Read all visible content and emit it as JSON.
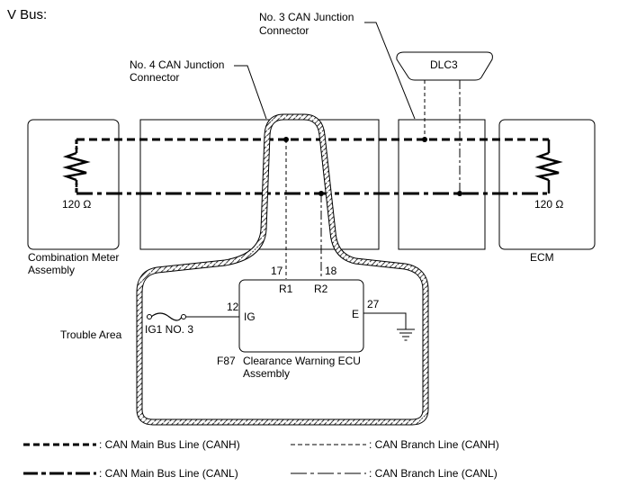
{
  "diagram": {
    "title": "V Bus:",
    "junction_connector_3": [
      "No. 3 CAN Junction",
      "Connector"
    ],
    "junction_connector_4": [
      "No. 4 CAN Junction",
      "Connector"
    ],
    "dlc3": "DLC3",
    "resistor_left": "120 Ω",
    "resistor_right": "120 Ω",
    "combination_meter": [
      "Combination Meter",
      "Assembly"
    ],
    "ecm": "ECM",
    "trouble_area": "Trouble Area",
    "fuse": "IG1 NO. 3",
    "ecu": {
      "code": "F87",
      "name": [
        "Clearance Warning ECU",
        "Assembly"
      ],
      "pins": {
        "ig_num": "12",
        "ig": "IG",
        "r1_num": "17",
        "r1": "R1",
        "r2_num": "18",
        "r2": "R2",
        "e_num": "27",
        "e": "E"
      }
    },
    "colors": {
      "line": "#000000",
      "background": "#ffffff"
    }
  },
  "legend": {
    "main_canh": ": CAN Main Bus Line (CANH)",
    "main_canl": ": CAN Main Bus Line (CANL)",
    "branch_canh": ": CAN Branch Line (CANH)",
    "branch_canl": ": CAN Branch Line (CANL)"
  }
}
